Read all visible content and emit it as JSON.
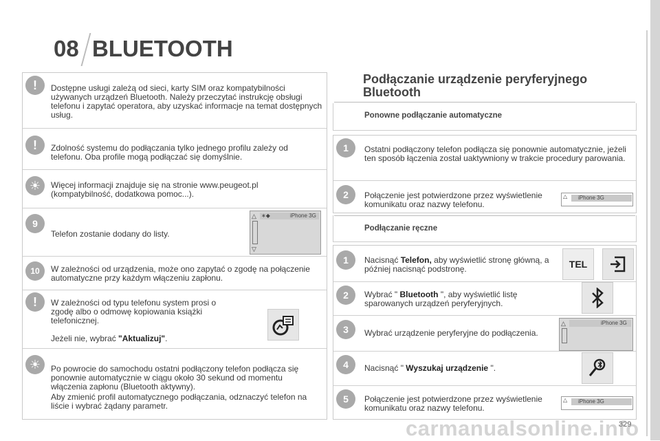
{
  "header": {
    "chapter": "08",
    "title": "BLUETOOTH"
  },
  "left": {
    "note1": "Dostępne usługi zależą od sieci, karty SIM oraz kompatybilności używanych urządzeń Bluetooth. Należy przeczytać instrukcję obsługi telefonu i zapytać operatora, aby uzyskać informacje na temat dostępnych usług.",
    "note2": "Zdolność systemu do podłączania tylko jednego profilu zależy od telefonu. Oba profile mogą podłączać się domyślnie.",
    "note3": "Więcej informacji znajduje się na stronie www.peugeot.pl (kompatybilność, dodatkowa pomoc...).",
    "step9_num": "9",
    "step9": "Telefon zostanie dodany do listy.",
    "step10_num": "10",
    "step10": "W zależności od urządzenia, może ono zapytać o zgodę na połączenie automatyczne przy każdym włączeniu zapłonu.",
    "note4": "W zależności od typu telefonu system prosi o zgodę albo o odmowę kopiowania książki telefonicznej.",
    "note4b_pre": "Jeżeli nie, wybrać ",
    "note4b_bold": "\"Aktualizuj\"",
    "note4b_post": ".",
    "note5a": "Po powrocie do samochodu ostatni podłączony telefon podłącza się ponownie automatycznie w ciągu około 30 sekund od momentu włączenia zapłonu (Bluetooth aktywny).",
    "note5b": "Aby zmienić profil automatycznego podłączania, odznaczyć telefon na liście i wybrać żądany parametr."
  },
  "right": {
    "title": "Podłączanie urządzenie peryferyjnego Bluetooth",
    "sub1": "Ponowne podłączanie automatyczne",
    "r1_num": "1",
    "r1": "Ostatni podłączony telefon podłącza się ponownie automatycznie, jeżeli ten sposób łączenia został uaktywniony w trakcie procedury parowania.",
    "r2_num": "2",
    "r2": "Połączenie jest potwierdzone przez wyświetlenie komunikatu oraz nazwy telefonu.",
    "sub2": "Podłączanie ręczne",
    "m1_num": "1",
    "m1_pre": "Nacisnąć ",
    "m1_bold": "Telefon,",
    "m1_post": " aby wyświetlić stronę główną, a później nacisnąć podstronę.",
    "tel_label": "TEL",
    "m2_num": "2",
    "m2_pre": "Wybrać \" ",
    "m2_bold": "Bluetooth",
    "m2_post": " \", aby wyświetlić listę sparowanych urządzeń peryferyjnych.",
    "m3_num": "3",
    "m3": "Wybrać urządzenie peryferyjne do podłączenia.",
    "m4_num": "4",
    "m4_pre": "Nacisnąć \" ",
    "m4_bold": "Wyszukaj urządzenie",
    "m4_post": " \".",
    "m5_num": "5",
    "m5": "Połączenie jest potwierdzone przez wyświetlenie komunikatu oraz nazwy telefonu."
  },
  "phone_name": "iPhone 3G",
  "page_number": "329",
  "watermark": "carmanualsonline.info"
}
